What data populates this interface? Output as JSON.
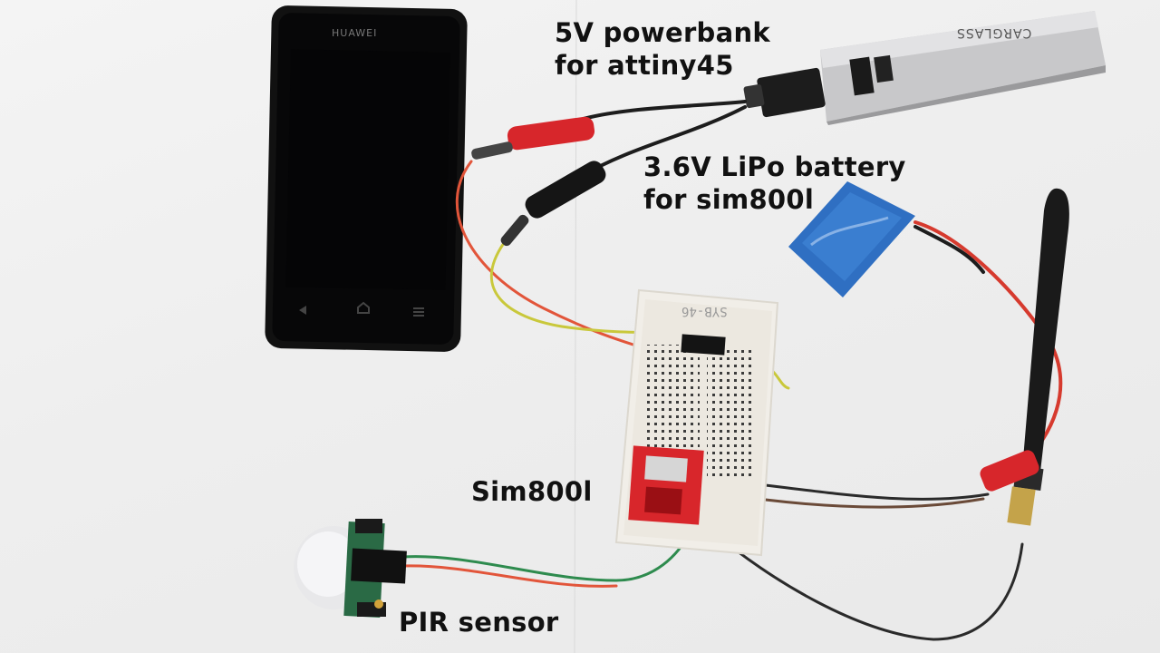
{
  "labels": {
    "powerbank_line1": "5V powerbank",
    "powerbank_line2": "for attiny45",
    "lipo_line1": "3.6V LiPo battery",
    "lipo_line2": "for sim800l",
    "sim800l": "Sim800l",
    "pir": "PIR sensor"
  },
  "brands": {
    "phone": "HUAWEI",
    "powerbank": "CARGLASS"
  },
  "board_marking": "SYB-46",
  "colors": {
    "background": "#efefef",
    "phone_body": "#0b0b0c",
    "powerbank": "#c7c7c9",
    "lipo": "#2f6fc2",
    "breadboard": "#f1eee8",
    "sim_module": "#d8262b",
    "wire_red": "#e2553a",
    "wire_black": "#1d1d1d",
    "wire_green": "#2e8b4e",
    "wire_yellow": "#c9c83b",
    "wire_brown": "#6a4a38",
    "antenna": "#1a1a1a"
  },
  "icons": [
    "phone-back-icon",
    "phone-home-icon",
    "phone-menu-icon"
  ]
}
